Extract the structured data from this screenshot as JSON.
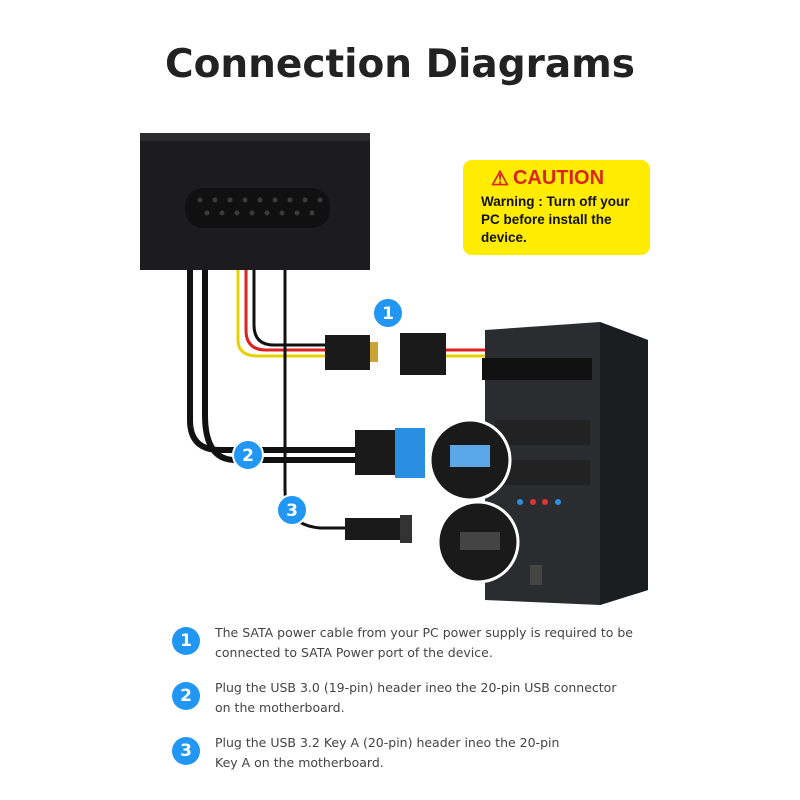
{
  "title": "Connection Diagrams",
  "caution": {
    "heading": "CAUTION",
    "text": "Warning : Turn off your PC before install the device."
  },
  "callouts": [
    "1",
    "2",
    "3"
  ],
  "steps": [
    {
      "number": "1",
      "text": "The SATA power cable from your PC power supply is required to be connected to SATA Power port of the device."
    },
    {
      "number": "2",
      "text": "Plug the USB 3.0 (19-pin) header ineo the 20-pin USB connector on the motherboard."
    },
    {
      "number": "3",
      "text": "Plug the USB 3.2 Key A (20-pin) header ineo the 20-pin Key A on the motherboard."
    }
  ],
  "colors": {
    "badge": "#2196F3",
    "caution_bg": "#FFEC00",
    "caution_red": "#D9261C"
  }
}
